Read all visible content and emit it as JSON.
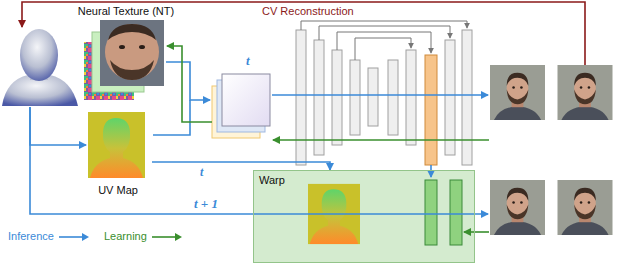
{
  "diagram": {
    "nodes": [
      {
        "text": [
          "Neural Texture (NT)"
        ]
      },
      {
        "text": [
          "UV Map"
        ]
      },
      {
        "text": [
          "Warp"
        ]
      }
    ],
    "edges": [
      {
        "from": 1,
        "to": 2,
        "label": "t",
        "arrow": "to"
      }
    ],
    "labels": [
      "CV Reconstruction",
      "t",
      "t + 1"
    ],
    "legend": [
      {
        "text": "Inference"
      },
      {
        "text": "Learning"
      }
    ]
  }
}
